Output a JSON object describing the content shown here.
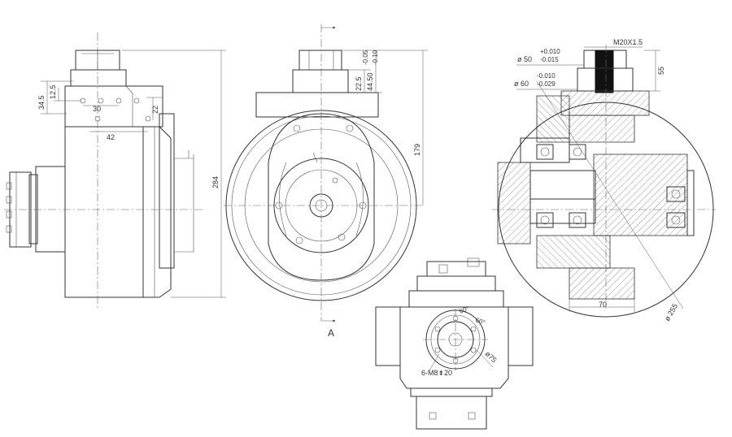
{
  "dims": {
    "d_34_5": "34.5",
    "d_12_5": "12.5",
    "d_30": "30",
    "d_22a": "22",
    "d_42": "42",
    "d_284": "284",
    "d_22_5": "22.5",
    "d_44_50": "44.50",
    "d_tol_005": "-0.05",
    "d_tol_010": "-0.10",
    "d_179": "179",
    "d_m20": "M20X1.5",
    "d_tol_p010": "+0.010",
    "d_dia50": "ø 50",
    "d_tol_m015": "-0.015",
    "d_tol_m010": "-0.010",
    "d_dia60": "ø 60",
    "d_tol_m029": "-0.029",
    "d_55": "55",
    "d_70": "70",
    "d_dia255": "ø 255",
    "d_pcd": "ø75",
    "d_thread": "6-M8⇟20",
    "d_ang1": "60°",
    "d_ang2": "60°"
  },
  "section_label": "A"
}
